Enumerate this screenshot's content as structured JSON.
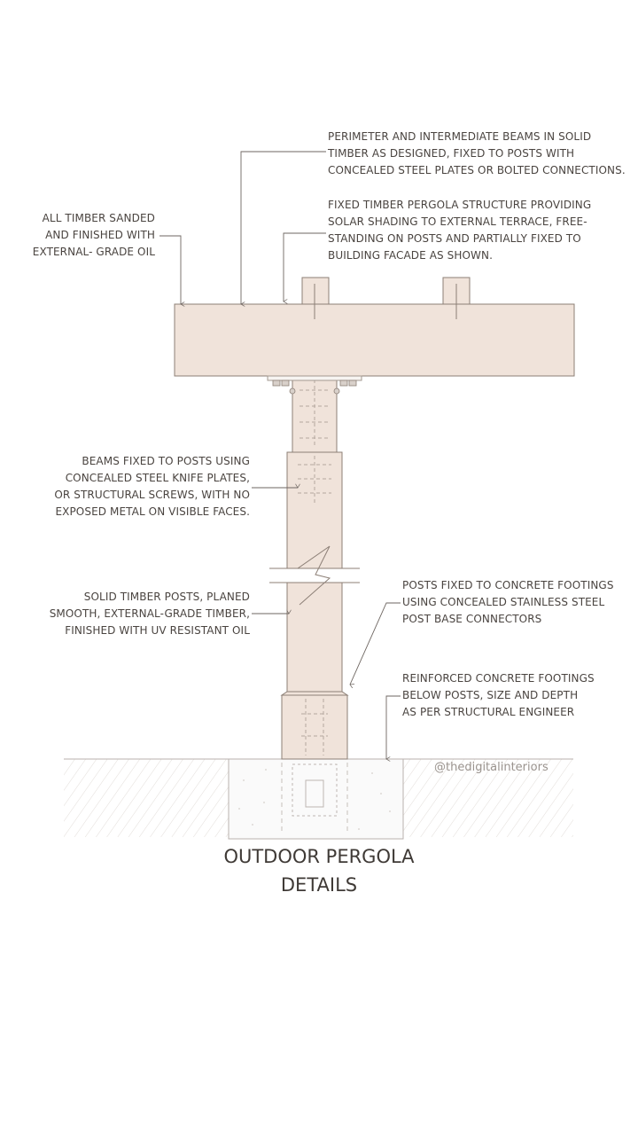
{
  "title": {
    "line1": "OUTDOOR PERGOLA",
    "line2": "DETAILS"
  },
  "watermark": "@thedigitalinteriors",
  "annotations": {
    "beams": [
      "PERIMETER AND INTERMEDIATE BEAMS IN SOLID",
      "TIMBER AS DESIGNED, FIXED TO POSTS WITH",
      "CONCEALED STEEL PLATES OR BOLTED CONNECTIONS."
    ],
    "structure": [
      "FIXED TIMBER PERGOLA STRUCTURE PROVIDING",
      "SOLAR SHADING TO EXTERNAL TERRACE, FREE-",
      "STANDING ON POSTS AND PARTIALLY FIXED TO",
      "BUILDING FACADE AS SHOWN."
    ],
    "timber": [
      "ALL TIMBER SANDED",
      "AND FINISHED WITH",
      "EXTERNAL- GRADE OIL"
    ],
    "fixing": [
      "BEAMS FIXED TO POSTS USING",
      "CONCEALED STEEL KNIFE PLATES,",
      "OR STRUCTURAL SCREWS, WITH NO",
      "EXPOSED METAL ON VISIBLE FACES."
    ],
    "posts": [
      "SOLID TIMBER POSTS, PLANED",
      "SMOOTH, EXTERNAL-GRADE TIMBER,",
      "FINISHED WITH UV RESISTANT OIL"
    ],
    "connectors": [
      "POSTS FIXED TO CONCRETE FOOTINGS",
      "USING CONCEALED STAINLESS STEEL",
      "POST BASE CONNECTORS"
    ],
    "footings": [
      "REINFORCED CONCRETE FOOTINGS",
      "BELOW POSTS, SIZE AND DEPTH",
      "AS PER STRUCTURAL ENGINEER"
    ]
  },
  "colors": {
    "timber": "#f0e3da",
    "timber_stroke": "#8c7f76",
    "leader": "#6e6661",
    "ground": "#b9b2ad",
    "text": "#4a4440"
  }
}
